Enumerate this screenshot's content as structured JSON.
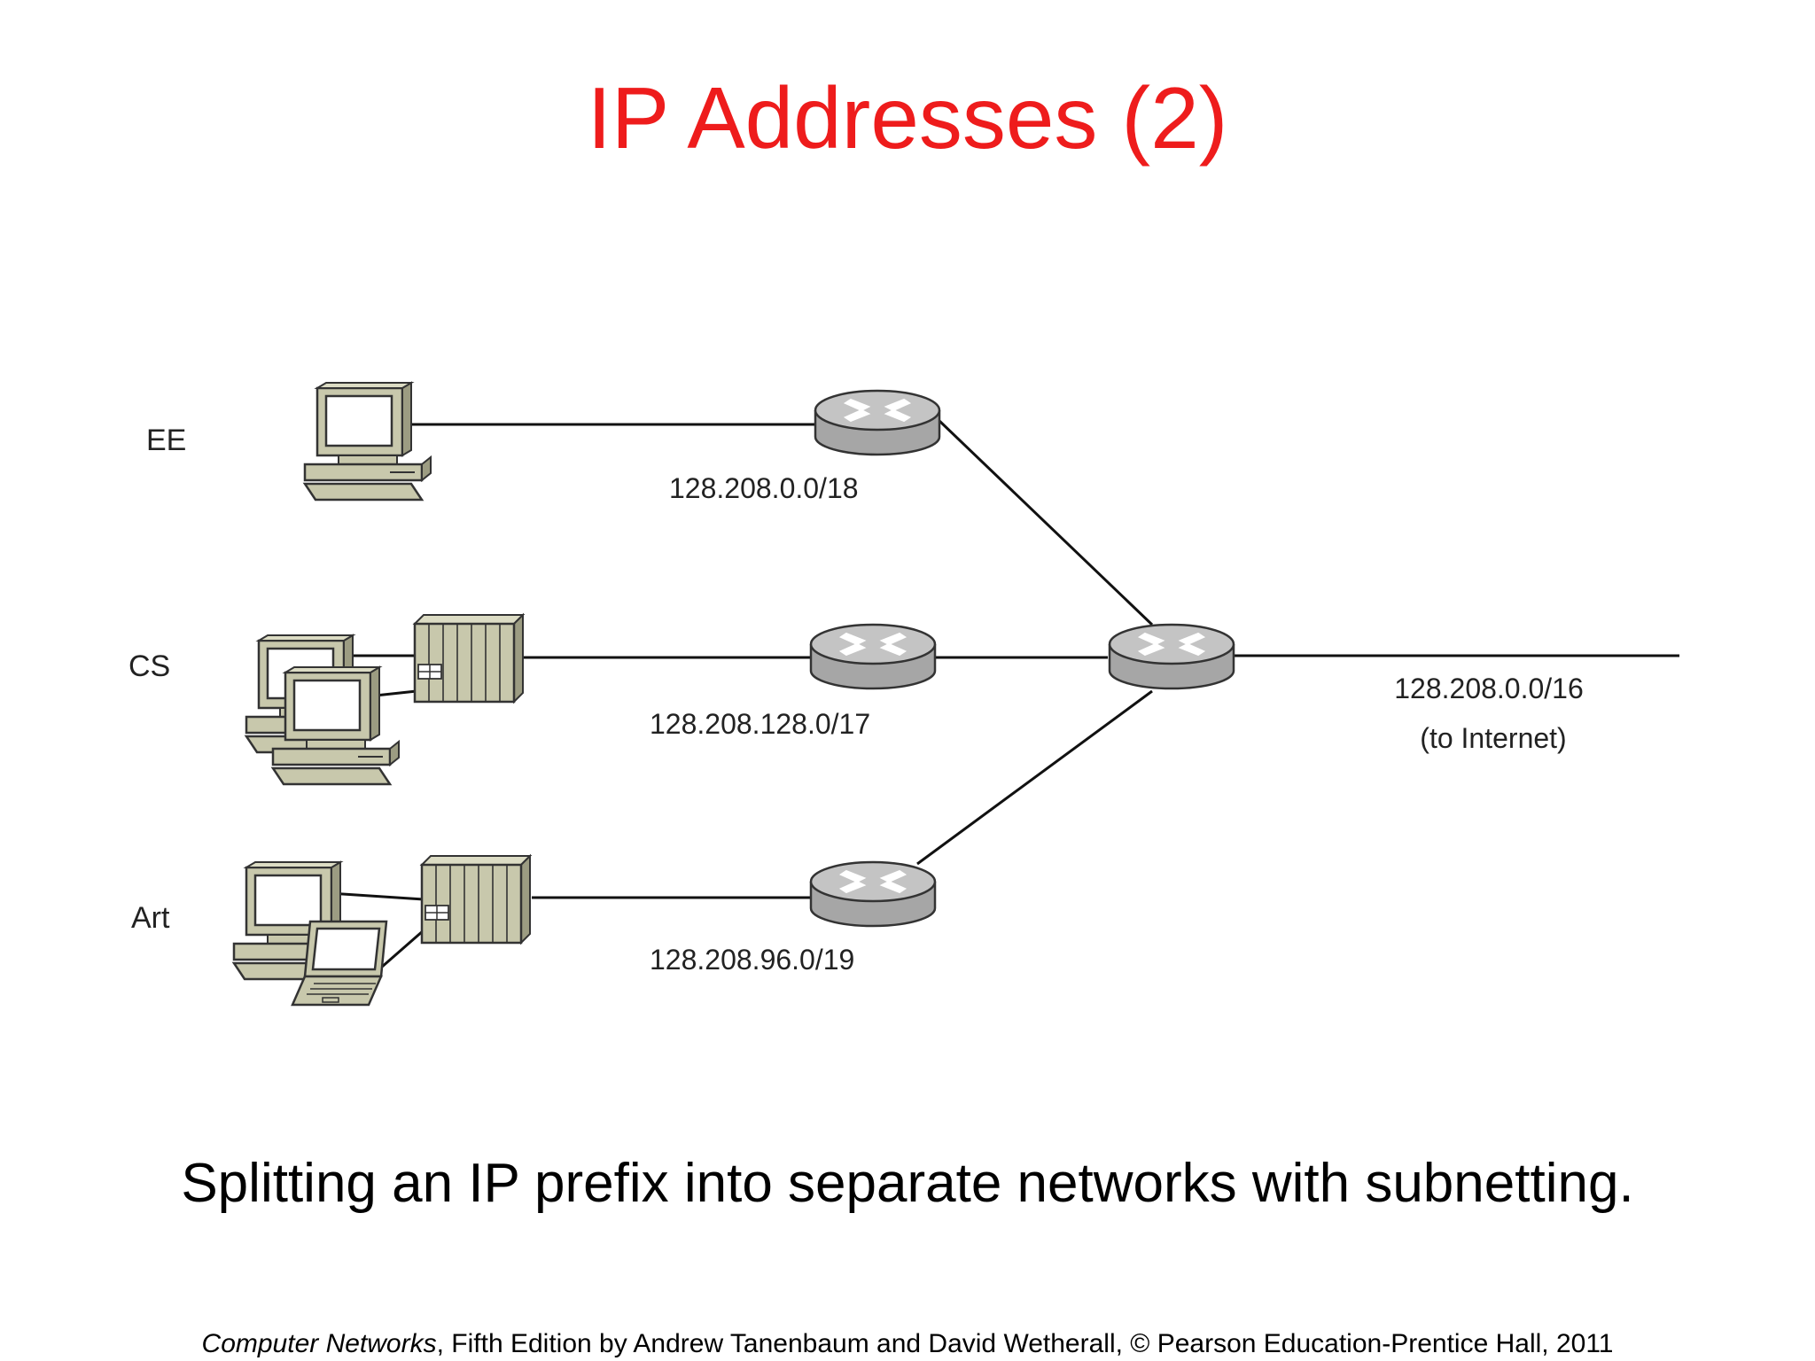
{
  "slide": {
    "title": "IP Addresses (2)",
    "caption": "Splitting an IP prefix into separate networks with subnetting.",
    "footer_book": "Computer Networks",
    "footer_rest": ", Fifth Edition by Andrew Tanenbaum and David Wetherall, © Pearson Education-Prentice Hall, 2011"
  },
  "diagram": {
    "departments": [
      {
        "label": "EE",
        "subnet": "128.208.0.0/18"
      },
      {
        "label": "CS",
        "subnet": "128.208.128.0/17"
      },
      {
        "label": "Art",
        "subnet": "128.208.96.0/19"
      }
    ],
    "uplink": {
      "prefix": "128.208.0.0/16",
      "note": "(to Internet)"
    }
  },
  "colors": {
    "title": "#ee1c1c",
    "device_fill": "#c8c8ac",
    "router_fill": "#b4b4b4"
  }
}
